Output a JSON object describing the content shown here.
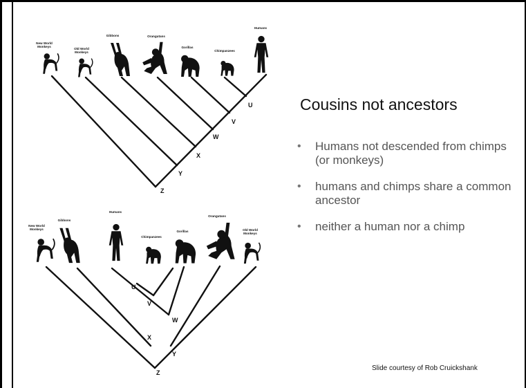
{
  "slide": {
    "title": "Cousins not ancestors",
    "bullets": [
      "Humans not descended from chimps (or monkeys)",
      "humans and chimps share a common ancestor",
      "neither a human nor a chimp"
    ],
    "credit": "Slide courtesy of Rob Cruickshank"
  },
  "tree_top": {
    "taxa": [
      {
        "label_lines": [
          "New World",
          "Monkeys"
        ],
        "icon": "monkey-icon"
      },
      {
        "label_lines": [
          "Old World",
          "Monkeys"
        ],
        "icon": "monkey-icon"
      },
      {
        "label_lines": [
          "Gibbons"
        ],
        "icon": "gibbon-icon"
      },
      {
        "label_lines": [
          "Orangutans"
        ],
        "icon": "orangutan-icon"
      },
      {
        "label_lines": [
          "Gorillas"
        ],
        "icon": "gorilla-icon"
      },
      {
        "label_lines": [
          "Chimpanzees"
        ],
        "icon": "chimpanzee-icon"
      },
      {
        "label_lines": [
          "Humans"
        ],
        "icon": "human-icon"
      }
    ],
    "nodes": [
      "U",
      "V",
      "W",
      "X",
      "Y",
      "Z"
    ]
  },
  "tree_bottom": {
    "taxa": [
      {
        "label_lines": [
          "New World",
          "Monkeys"
        ],
        "icon": "monkey-icon"
      },
      {
        "label_lines": [
          "Gibbons"
        ],
        "icon": "gibbon-icon"
      },
      {
        "label_lines": [
          "Humans"
        ],
        "icon": "human-icon"
      },
      {
        "label_lines": [
          "Chimpanzees"
        ],
        "icon": "chimpanzee-icon"
      },
      {
        "label_lines": [
          "Gorillas"
        ],
        "icon": "gorilla-icon"
      },
      {
        "label_lines": [
          "Orangutans"
        ],
        "icon": "orangutan-icon"
      },
      {
        "label_lines": [
          "Old World",
          "Monkeys"
        ],
        "icon": "monkey-icon"
      }
    ],
    "nodes": [
      "U",
      "V",
      "W",
      "X",
      "Y",
      "Z"
    ]
  }
}
